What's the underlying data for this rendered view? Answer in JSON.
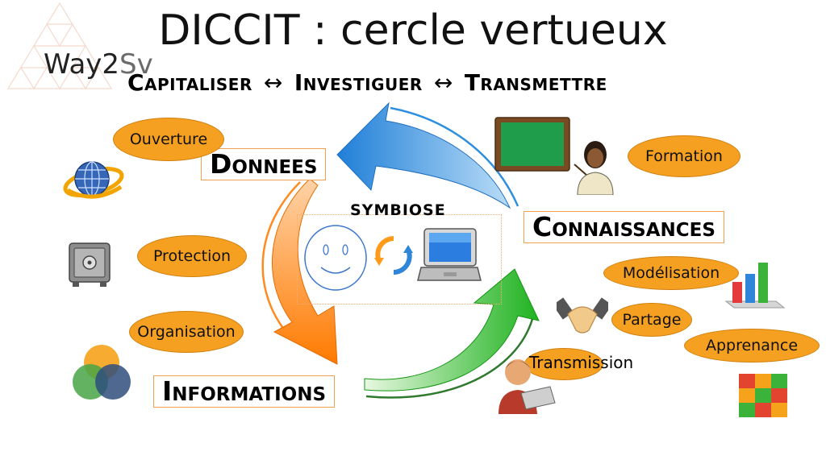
{
  "title": "DICCIT : cercle vertueux",
  "logo": {
    "part1": "Way2",
    "part2": "Sv"
  },
  "subtitle": {
    "a": "Capitaliser",
    "sep1": "↔",
    "b": "Investiguer",
    "sep2": "↔",
    "c": "Transmettre"
  },
  "nodes": {
    "donnees": "Donnees",
    "connaissances": "Connaissances",
    "informations": "Informations"
  },
  "center_label": "SYMBIOSE",
  "pills": {
    "ouverture": "Ouverture",
    "protection": "Protection",
    "organisation": "Organisation",
    "formation": "Formation",
    "modelisation": "Modélisation",
    "partage": "Partage",
    "apprenance": "Apprenance"
  },
  "transmission": "Transmission",
  "colors": {
    "orange_pill": "#f5a020",
    "blue_arrow": "#2e8fe0",
    "orange_arrow": "#ff8010",
    "green_arrow": "#2db82d"
  }
}
